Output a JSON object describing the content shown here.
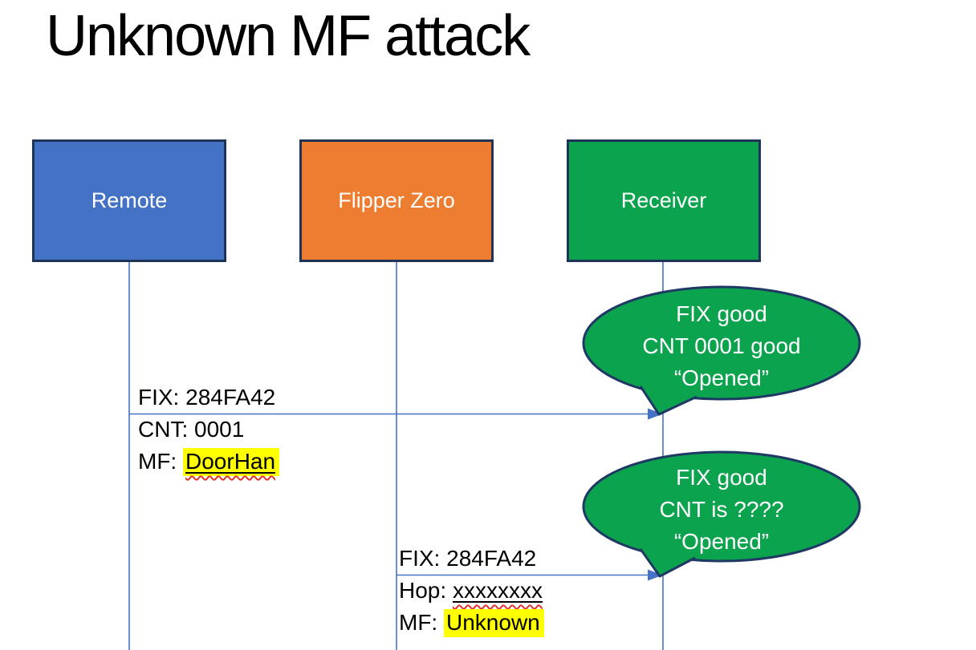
{
  "slide": {
    "title": "Unknown MF attack"
  },
  "actors": [
    {
      "label": "Remote",
      "fill": "#4472C4"
    },
    {
      "label": "Flipper Zero",
      "fill": "#ED7D31"
    },
    {
      "label": "Receiver",
      "fill": "#0CA34E"
    }
  ],
  "messages": [
    {
      "from": "Remote",
      "to": "Receiver",
      "fix": "FIX: 284FA42",
      "cnt": "CNT: 0001",
      "mf_prefix": "MF: ",
      "mf_value": "DoorHan"
    },
    {
      "from": "Flipper Zero",
      "to": "Receiver",
      "fix": "FIX: 284FA42",
      "hop_prefix": "Hop: ",
      "hop_value": "xxxxxxxx",
      "mf_prefix": "MF: ",
      "mf_value": "Unknown"
    }
  ],
  "callouts": [
    {
      "line1": "FIX good",
      "line2": "CNT 0001 good",
      "line3": "“Opened”"
    },
    {
      "line1": "FIX good",
      "line2": "CNT is ????",
      "line3": "“Opened”"
    }
  ],
  "colors": {
    "actor_remote": "#4472C4",
    "actor_flipper_zero": "#ED7D31",
    "actor_receiver": "#0CA34E",
    "shape_outline": "#1F3864",
    "connector": "#4472C4",
    "highlight": "#FFFF00",
    "spellcheck_squiggle": "#E0342C"
  }
}
